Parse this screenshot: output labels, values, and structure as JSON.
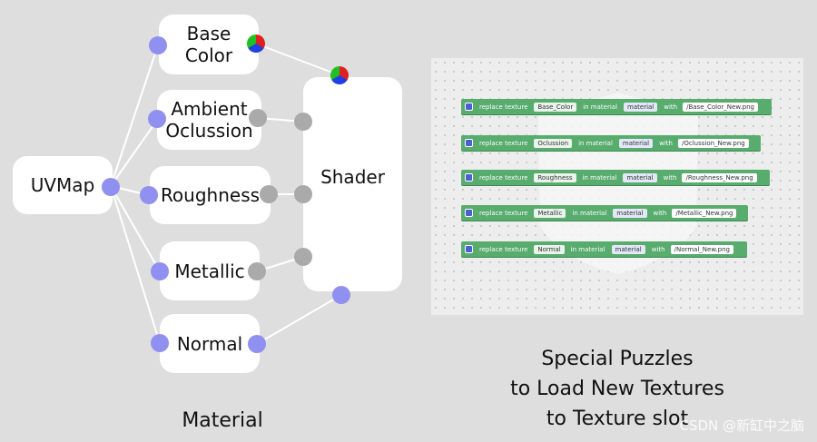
{
  "nodes": {
    "base_color": "Base\nColor",
    "ambient_occlusion": "Ambient\nOclussion",
    "roughness": "Roughness",
    "metallic": "Metallic",
    "normal": "Normal",
    "uvmap": "UVMap",
    "shader": "Shader"
  },
  "captions": {
    "material": "Material",
    "puzzles": "Special Puzzles\nto Load New Textures\nto Texture slot"
  },
  "puzzle_blocks": [
    {
      "prefix": "replace texture",
      "texture": "Base_Color",
      "in": "in material",
      "material": "material",
      "with": "with",
      "file": "/Base_Color_New.png"
    },
    {
      "prefix": "replace texture",
      "texture": "Oclussion",
      "in": "in material",
      "material": "material",
      "with": "with",
      "file": "/Oclussion_New.png"
    },
    {
      "prefix": "replace texture",
      "texture": "Roughness",
      "in": "in material",
      "material": "material",
      "with": "with",
      "file": "/Roughness_New.png"
    },
    {
      "prefix": "replace texture",
      "texture": "Metallic",
      "in": "in material",
      "material": "material",
      "with": "with",
      "file": "/Metallic_New.png"
    },
    {
      "prefix": "replace texture",
      "texture": "Normal",
      "in": "in material",
      "material": "material",
      "with": "with",
      "file": "/Normal_New.png"
    }
  ],
  "watermark": "CSDN @新缸中之脑",
  "colors": {
    "input_socket": "#9090f0",
    "output_socket": "#aaaaaa",
    "puzzle_block": "#58ac6e",
    "background": "#dedede"
  }
}
